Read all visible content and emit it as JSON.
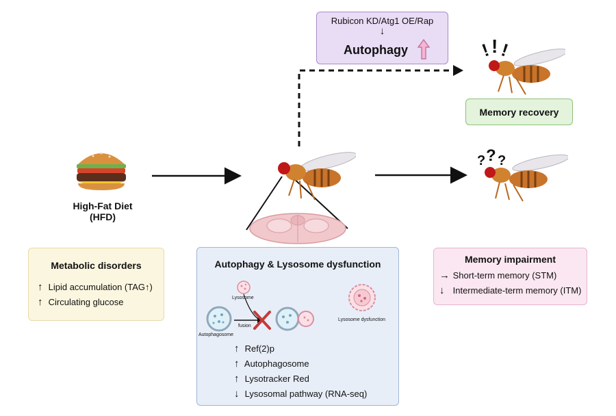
{
  "rubicon": {
    "line1": "Rubicon KD/Atg1 OE/Rap",
    "arrow": "↓",
    "title": "Autophagy"
  },
  "recovery": {
    "label": "Memory recovery"
  },
  "diet": {
    "line1": "High-Fat Diet",
    "line2": "(HFD)"
  },
  "metabolic": {
    "title": "Metabolic disorders",
    "items": [
      {
        "arrow": "↑",
        "text": "Lipid accumulation (TAG",
        "suffix": "↑",
        "end": ")"
      },
      {
        "arrow": "↑",
        "text": "Circulating glucose"
      }
    ]
  },
  "autophagy": {
    "title": "Autophagy & Lysosome dysfunction",
    "lysosome_label": "Lysosome",
    "fusion_label": "fusion",
    "autophagosome_label": "Autophagosome",
    "dysfunction_label": "Lysosome dysfunction",
    "items": [
      {
        "arrow": "↑",
        "text": "Ref(2)p"
      },
      {
        "arrow": "↑",
        "text": "Autophagosome"
      },
      {
        "arrow": "↑",
        "text": "Lysotracker Red"
      },
      {
        "arrow": "↓",
        "text": "Lysosomal pathway (RNA-seq)"
      }
    ]
  },
  "impairment": {
    "title": "Memory impairment",
    "items": [
      {
        "arrow": "→",
        "text": "Short-term memory (STM)"
      },
      {
        "arrow": "↓",
        "text": "Intermediate-term memory (ITM)"
      }
    ]
  },
  "marks": {
    "exclaim": "!",
    "question": "?"
  },
  "colors": {
    "rubicon_bg": "#e9dcf5",
    "recovery_bg": "#e3f3dc",
    "metabolic_bg": "#fbf6df",
    "autophagy_bg": "#e8eef8",
    "impairment_bg": "#fbe7f1",
    "up_arrow_pink": "#f7b4d4",
    "fly_body": "#c8742a",
    "fly_eye": "#c01818"
  },
  "icons": [
    "burger-icon",
    "fly-icon",
    "brain-icon",
    "lysosome-icon",
    "autophagosome-icon",
    "blocked-fusion-icon",
    "up-arrow-icon"
  ]
}
